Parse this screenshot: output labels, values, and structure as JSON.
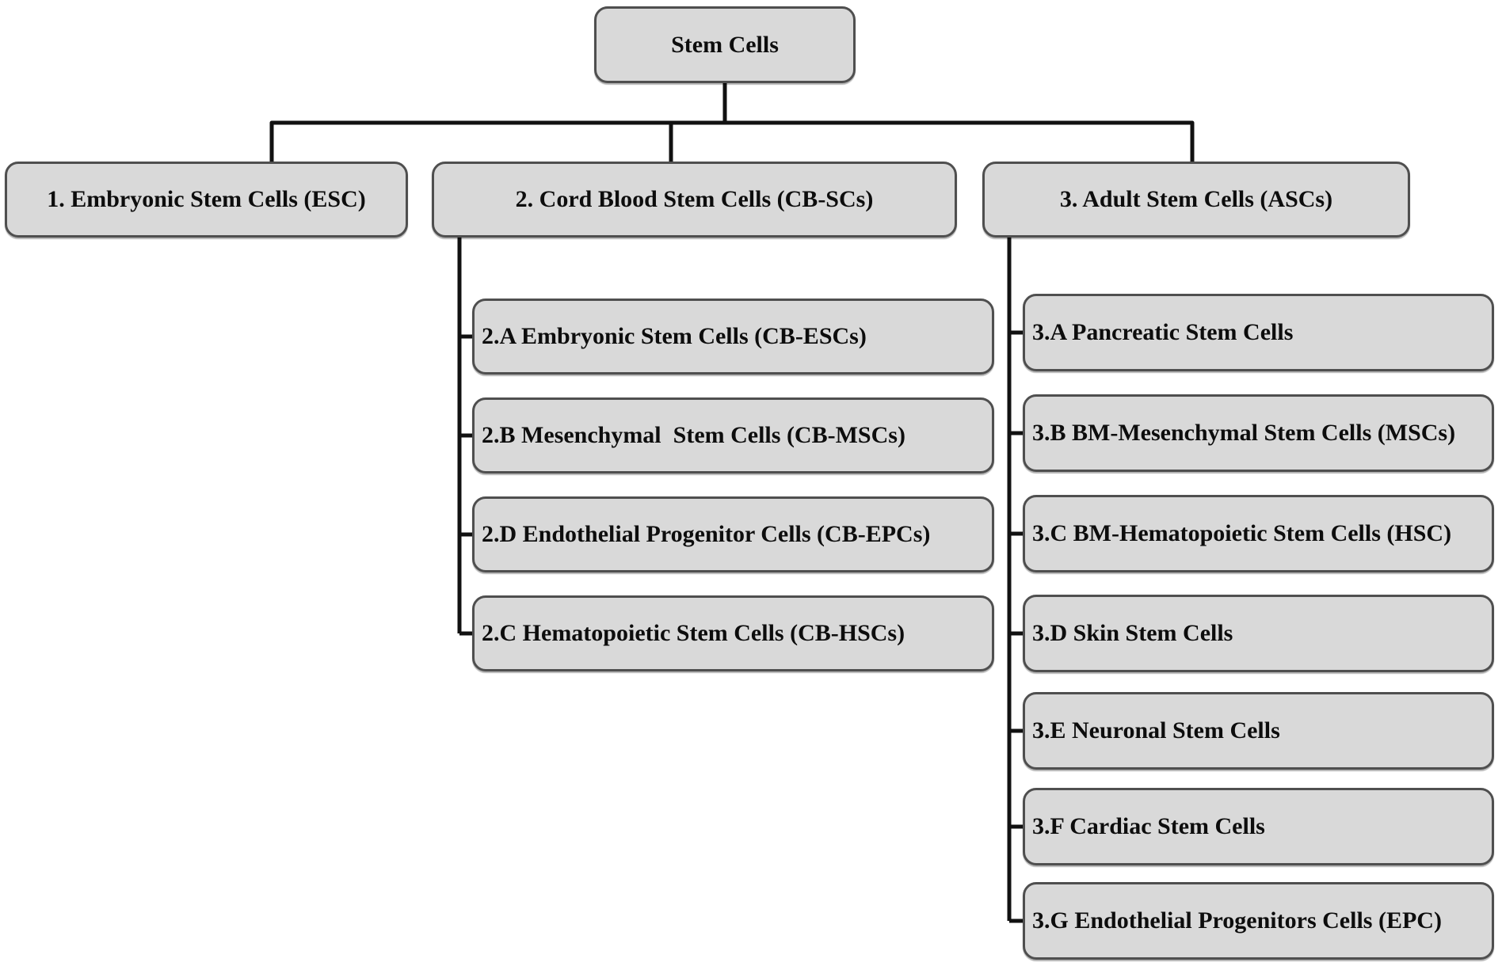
{
  "diagram": {
    "title": "Stem cell classification hierarchy",
    "root": {
      "label": "Stem Cells"
    },
    "level1": [
      {
        "id": "1",
        "label": "1. Embryonic Stem Cells (ESC)"
      },
      {
        "id": "2",
        "label": "2. Cord Blood Stem Cells (CB-SCs)"
      },
      {
        "id": "3",
        "label": "3. Adult Stem Cells (ASCs)"
      }
    ],
    "cord_blood_children": [
      {
        "id": "2.A",
        "label": "2.A Embryonic Stem Cells (CB-ESCs)"
      },
      {
        "id": "2.B",
        "label": "2.B Mesenchymal  Stem Cells (CB-MSCs)"
      },
      {
        "id": "2.D",
        "label": "2.D Endothelial Progenitor Cells (CB-EPCs)"
      },
      {
        "id": "2.C",
        "label": "2.C Hematopoietic Stem Cells (CB-HSCs)"
      }
    ],
    "adult_children": [
      {
        "id": "3.A",
        "label": "3.A Pancreatic Stem Cells"
      },
      {
        "id": "3.B",
        "label": "3.B BM-Mesenchymal Stem Cells (MSCs)"
      },
      {
        "id": "3.C",
        "label": "3.C BM-Hematopoietic Stem Cells (HSC)"
      },
      {
        "id": "3.D",
        "label": "3.D Skin Stem Cells"
      },
      {
        "id": "3.E",
        "label": "3.E Neuronal Stem Cells"
      },
      {
        "id": "3.F",
        "label": "3.F Cardiac Stem Cells"
      },
      {
        "id": "3.G",
        "label": "3.G Endothelial Progenitors Cells (EPC)"
      }
    ],
    "colors": {
      "box_fill": "#d9d9d9",
      "box_border": "#4f4f4f",
      "line": "#111111",
      "text": "#0d0d0d",
      "background": "#ffffff"
    }
  }
}
